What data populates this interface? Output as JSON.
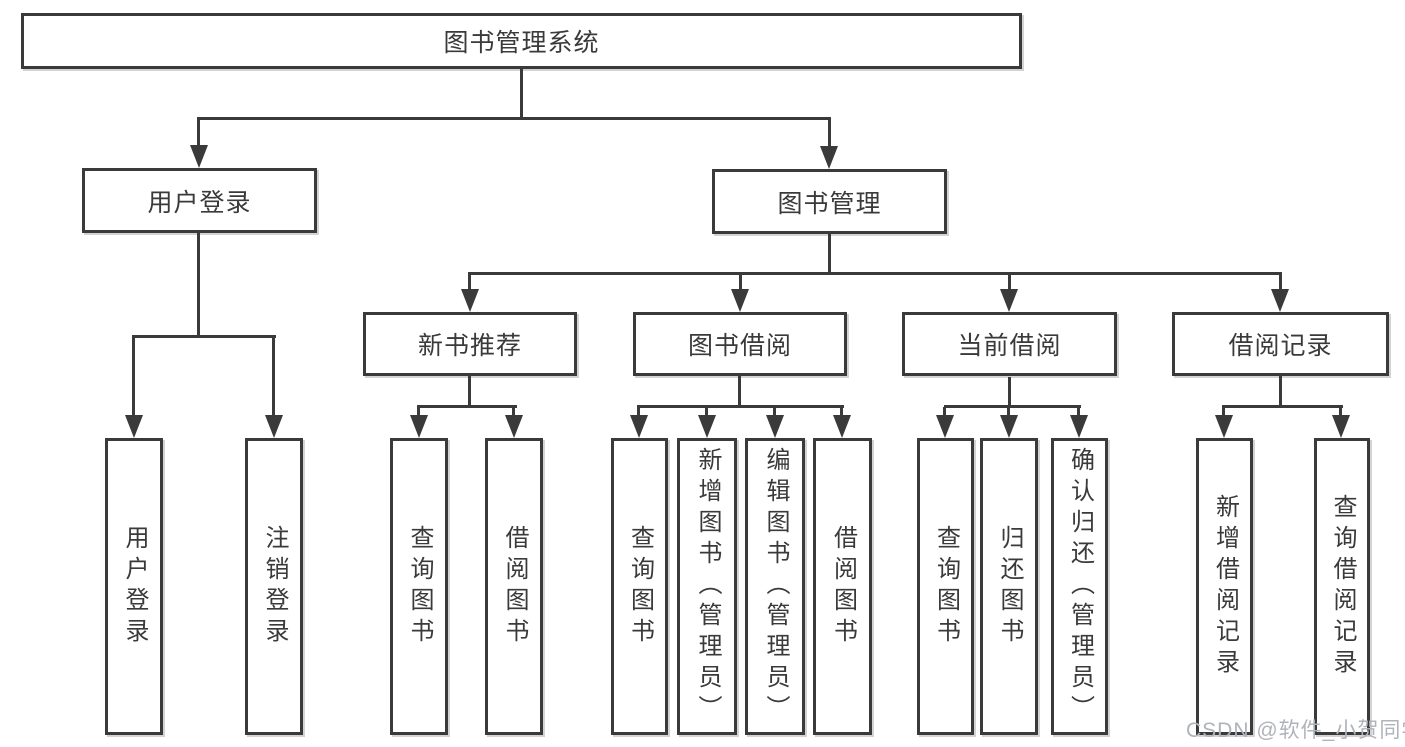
{
  "diagram": {
    "root": {
      "label": "图书管理系统"
    },
    "level2": [
      {
        "label": "用户登录"
      },
      {
        "label": "图书管理"
      }
    ],
    "level3": [
      {
        "label": "新书推荐"
      },
      {
        "label": "图书借阅"
      },
      {
        "label": "当前借阅"
      },
      {
        "label": "借阅记录"
      }
    ],
    "leaves": {
      "user_login": [
        {
          "label": "用户登录"
        },
        {
          "label": "注销登录"
        }
      ],
      "new_books": [
        {
          "label": "查询图书"
        },
        {
          "label": "借阅图书"
        }
      ],
      "book_borrow": [
        {
          "label": "查询图书"
        },
        {
          "label": "新增图书（管理员）"
        },
        {
          "label": "编辑图书（管理员）"
        },
        {
          "label": "借阅图书"
        }
      ],
      "current_borrow": [
        {
          "label": "查询图书"
        },
        {
          "label": "归还图书"
        },
        {
          "label": "确认归还（管理员）"
        }
      ],
      "borrow_records": [
        {
          "label": "新增借阅记录"
        },
        {
          "label": "查询借阅记录"
        }
      ]
    },
    "watermark": "CSDN @软件_小贺同学",
    "colors": {
      "line": "#3a3a3a",
      "box_border": "#3a3a3a",
      "text": "#3a3a3a",
      "watermark": "#b0b3ba",
      "background": "#ffffff"
    }
  }
}
